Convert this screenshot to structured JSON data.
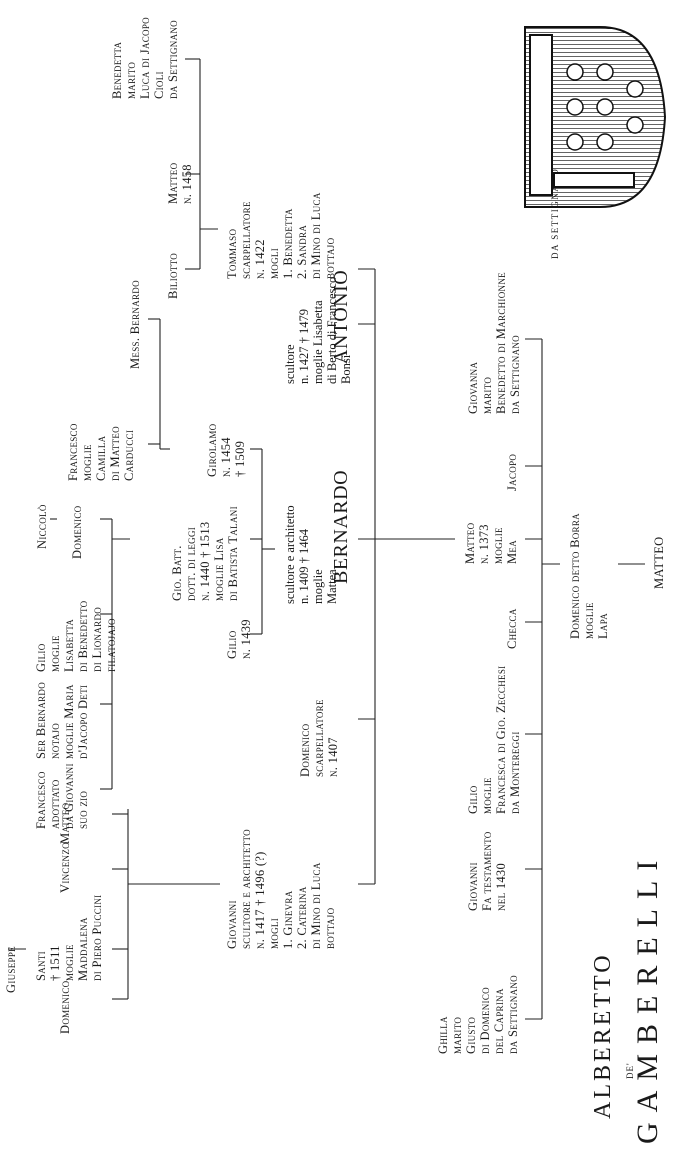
{
  "title": {
    "first": "ALBERETTO",
    "de": "DE'",
    "family": "GAMBERELLI",
    "place": "DA SETTIGNANO"
  },
  "people": {
    "matteo_root": "MATTEO",
    "domenico_borra": "Domenico detto Borra\nmoglie\nLapa",
    "ghilla": "Ghilla\nmarito\nGiusto\ndi Domenico\ndel Caprina\nda Settignano",
    "giovanni_1430": "Giovanni\nFa testamento\nnel 1430",
    "gilio_1": "Gilio\nmoglie\nFrancesca di Gio. Zecchesi\nda Montereggi",
    "checca": "Checca",
    "matteo_1373": "Matteo\nn. 1373\nmoglie\nMea",
    "jacopo": "Jacopo",
    "giovanna": "Giovanna\nmarito\nBenedetto di Marchionne\nda Settignano",
    "giovanni_arch": "Giovanni\nscultore e architetto\nn. 1417 † 1496 (?)\nmogli\n1. Ginevra\n2. Caterina\ndi Mino di Luca\nbottajo",
    "domenico_1407": "Domenico\nscarpellatore\nn. 1407",
    "bernardo_name": "BERNARDO",
    "bernardo_details": "scultore e architetto\nn. 1409 † 1464\nmoglie\nMattea",
    "antonio_name": "ANTONIO",
    "antonio_details": "scultore\nn. 1427 † 1479\nmoglie Lisabetta\ndi Berto di Francesco\nBonsi",
    "tommaso": "Tommaso\nscarpellatore\nn. 1422\nmogli\n1. Benedetta\n2. Sandra\ndi Mino di Luca\nbottajo",
    "domenico_son": "Domenico",
    "santi": "Santi\n† 1511\nmoglie\nMaddalena\ndi Piero Puccini",
    "vincenzo": "Vincenzo",
    "matteo_b": "Matteo",
    "giuseppe": "Giuseppe",
    "gilio_1439": "Gilio\nn. 1439",
    "gio_batt": "Gio. Batt.\ndott. di leggi\nn. 1440 † 1513\nmoglie Lisa\ndi Batista Talani",
    "girolamo": "Girolamo\nn. 1454\n† 1509",
    "francesco_adottato": "Francesco\nadottato\nda Giovanni\nsuo zio",
    "ser_bernardo": "Ser Bernardo\nnotajo\nmoglie Maria\nd'Jacopo Deti",
    "gilio_2": "Gilio\nmoglie\nLisabetta\ndi Benedetto\ndi Lionardo\nfilatojajo",
    "domenico_g": "Domenico",
    "niccolo": "Niccolò",
    "francesco_camilla": "Francesco\nmoglie\nCamilla\ndi Matteo\nCarducci",
    "mess_bernardo": "Mess. Bernardo",
    "biliotto": "Biliotto",
    "matteo_1458": "Matteo\nn. 1458",
    "benedetta": "Benedetta\nmarito\nLuca di Jacopo\nCioli\nda Settignano"
  },
  "colors": {
    "ink": "#1a1a1a",
    "paper": "#ffffff"
  }
}
